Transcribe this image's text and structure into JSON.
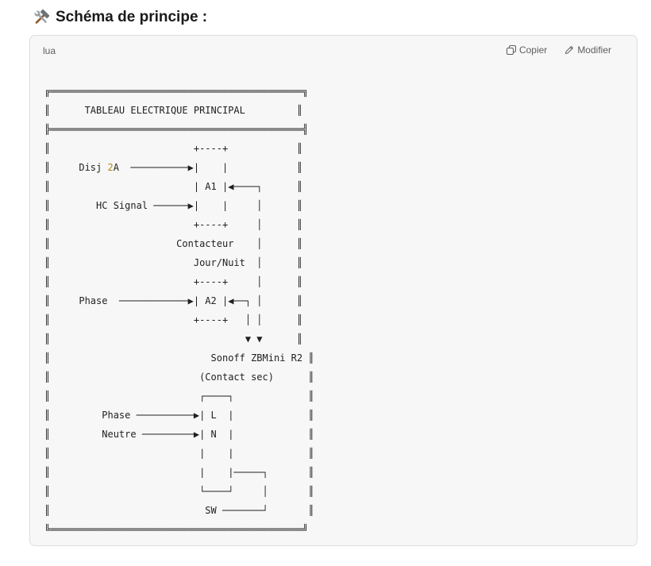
{
  "heading": {
    "title": "Schéma de principe :",
    "icon": "hammer-and-wrench-icon"
  },
  "code_block": {
    "language": "lua",
    "copy_label": "Copier",
    "edit_label": "Modifier",
    "lines": [
      "╔════════════════════════════════════════════╗",
      "║      TABLEAU ELECTRIQUE PRINCIPAL         ║",
      "╠════════════════════════════════════════════╣",
      "║                         +----+            ║",
      "║     Disj 2A  ──────────▶|    |            ║",
      "║                         | A1 |◀────┐      ║",
      "║        HC Signal ──────▶|    |     │      ║",
      "║                         +----+     │      ║",
      "║                      Contacteur    │      ║",
      "║                         Jour/Nuit  │      ║",
      "║                         +----+     │      ║",
      "║     Phase  ────────────▶| A2 |◀──┐ │      ║",
      "║                         +----+   │ │      ║",
      "║                                  ▼ ▼      ║",
      "║                            Sonoff ZBMini R2 ║",
      "║                          (Contact sec)      ║",
      "║                          ┌────┐             ║",
      "║         Phase ──────────▶| L  |             ║",
      "║         Neutre ─────────▶| N  |             ║",
      "║                          |    |             ║",
      "║                          |    |─────┐       ║",
      "║                          └────┘     │       ║",
      "║                           SW ───────┘       ║",
      "╚════════════════════════════════════════════╝"
    ]
  }
}
